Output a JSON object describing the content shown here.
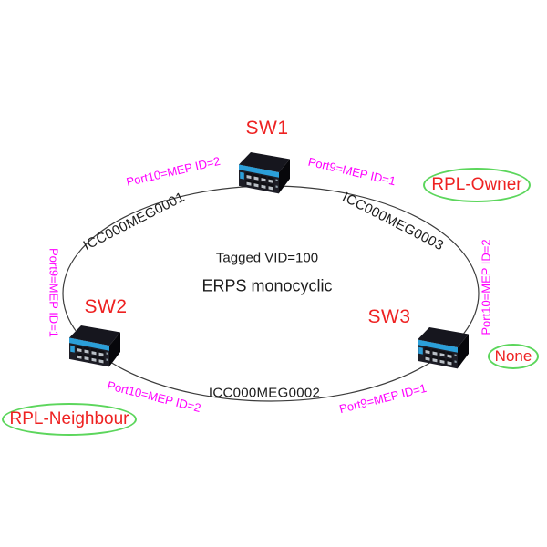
{
  "diagram": {
    "title": "ERPS monocyclic",
    "subtitle": "Tagged VID=100",
    "nodes": {
      "sw1": {
        "label": "SW1",
        "role": "RPL-Owner"
      },
      "sw2": {
        "label": "SW2",
        "role": "RPL-Neighbour"
      },
      "sw3": {
        "label": "SW3",
        "role": "None"
      }
    },
    "roles": {
      "rpl_owner": "RPL-Owner",
      "none": "None",
      "rpl_neighbour": "RPL-Neighbour"
    },
    "links": {
      "meg1": {
        "label": "ICC000MEG0001",
        "between": "SW1-SW2"
      },
      "meg2": {
        "label": "ICC000MEG0002",
        "between": "SW2-SW3"
      },
      "meg3": {
        "label": "ICC000MEG0003",
        "between": "SW1-SW3"
      }
    },
    "ports": {
      "sw1_port10": "Port10=MEP ID=2",
      "sw1_port9": "Port9=MEP ID=1",
      "sw2_port9": "Port9=MEP ID=1",
      "sw2_port10": "Port10=MEP ID=2",
      "sw3_port10": "Port10=MEP ID=2",
      "sw3_port9": "Port9=MEP ID=1"
    },
    "colors": {
      "node_label_red": "#ee2222",
      "port_label_magenta": "#ff00ff",
      "role_outline_green": "#5cd65c",
      "ring_line": "#3c3c3c",
      "switch_accent_blue": "#2b9fd9",
      "switch_body": "#16161e",
      "background": "#ffffff"
    }
  }
}
